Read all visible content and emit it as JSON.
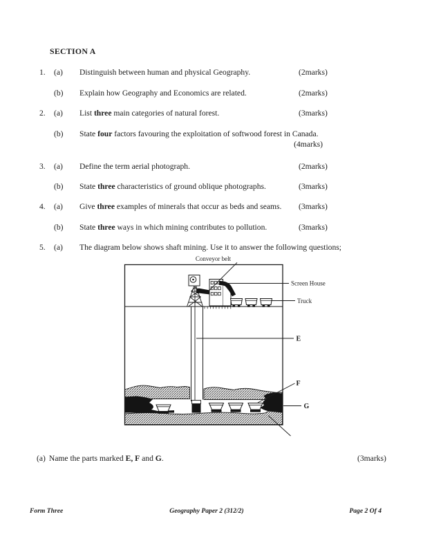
{
  "section_heading": "SECTION A",
  "questions": [
    {
      "num": "1.",
      "letter": "(a)",
      "pre": "Distinguish between human and physical Geography.",
      "bold": "",
      "post": "",
      "marks": "(2marks)"
    },
    {
      "num": "",
      "letter": "(b)",
      "pre": "Explain how Geography and Economics are related.",
      "bold": "",
      "post": "",
      "marks": "(2marks)"
    },
    {
      "num": "2.",
      "letter": "(a)",
      "pre": "List ",
      "bold": "three",
      "post": " main categories of natural forest.",
      "marks": "(3marks)"
    },
    {
      "num": "",
      "letter": "(b)",
      "pre": "State ",
      "bold": "four",
      "post": " factors favouring the exploitation of softwood forest in Canada.",
      "marks": "(4marks)"
    },
    {
      "num": "3.",
      "letter": "(a)",
      "pre": "Define the term aerial photograph.",
      "bold": "",
      "post": "",
      "marks": "(2marks)"
    },
    {
      "num": "",
      "letter": "(b)",
      "pre": "State ",
      "bold": "three",
      "post": " characteristics of ground oblique photographs.",
      "marks": "(3marks)"
    },
    {
      "num": "4.",
      "letter": "(a)",
      "pre": "Give ",
      "bold": "three",
      "post": " examples of minerals that occur as beds and seams.",
      "marks": "(3marks)"
    },
    {
      "num": "",
      "letter": "(b)",
      "pre": "State ",
      "bold": "three",
      "post": " ways in which mining contributes to pollution.",
      "marks": "(3marks)"
    },
    {
      "num": "5.",
      "letter": "(a)",
      "pre": "The diagram below shows shaft mining. Use it to answer the following questions;",
      "bold": "",
      "post": "",
      "marks": ""
    }
  ],
  "diagram": {
    "labels": {
      "conveyor_belt": "Conveyor belt",
      "screen_house": "Screen House",
      "truck": "Truck",
      "e": "E",
      "f": "F",
      "g": "G"
    }
  },
  "sub_question": {
    "letter": "(a)",
    "pre": "Name the parts marked ",
    "bold1": "E, F",
    "mid": " and ",
    "bold2": "G",
    "post": ".",
    "marks": "(3marks)"
  },
  "footer": {
    "left": "Form Three",
    "center": "Geography Paper 2 (312/2)",
    "right": "Page 2 Of 4"
  },
  "colors": {
    "ink": "#1b1b1b",
    "paper": "#ffffff"
  }
}
